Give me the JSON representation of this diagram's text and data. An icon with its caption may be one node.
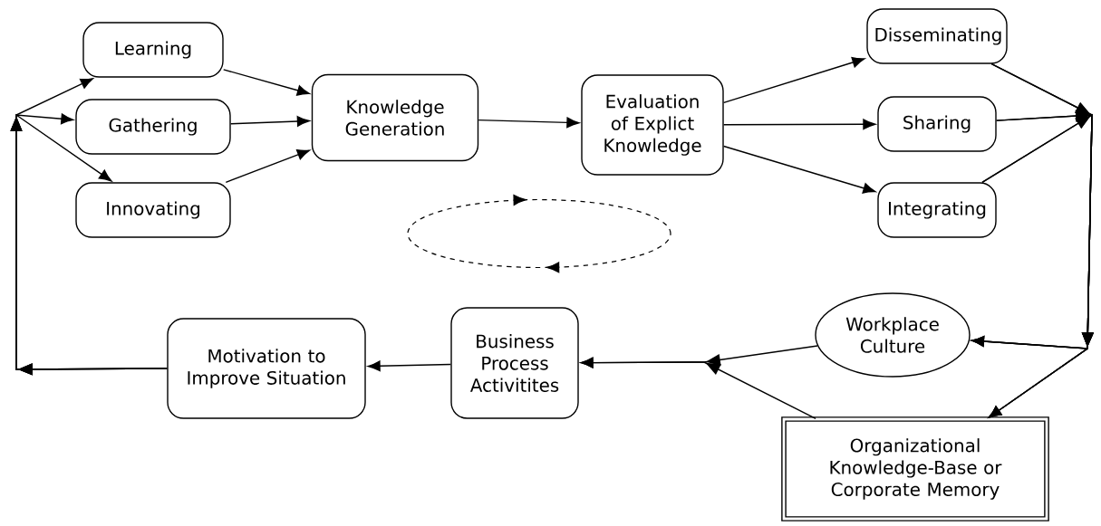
{
  "diagram": {
    "nodes": [
      {
        "text": [
          "Learning"
        ]
      },
      {
        "text": [
          "Gathering"
        ]
      },
      {
        "text": [
          "Innovating"
        ]
      },
      {
        "text": [
          "Knowledge Generation"
        ]
      },
      {
        "text": [
          "Evaluation of Explict Knowledge"
        ]
      },
      {
        "text": [
          "Disseminating"
        ]
      },
      {
        "text": [
          "Sharing"
        ]
      },
      {
        "text": [
          "Integrating"
        ]
      },
      {
        "text": [
          "Workplace Culture"
        ]
      },
      {
        "text": [
          "Organizational Knowledge-Base or Corporate Memory"
        ]
      },
      {
        "text": [
          "Motivation to Improve Situation"
        ]
      },
      {
        "text": [
          "Business Process Activitites"
        ]
      }
    ],
    "edges": [
      {
        "from": 0,
        "to": 3,
        "arrow": "to"
      },
      {
        "from": 1,
        "to": 3,
        "arrow": "to"
      },
      {
        "from": 2,
        "to": 3,
        "arrow": "to"
      },
      {
        "from": 3,
        "to": 4,
        "arrow": "to"
      },
      {
        "from": 4,
        "to": 5,
        "arrow": "to"
      },
      {
        "from": 4,
        "to": 6,
        "arrow": "to"
      },
      {
        "from": 4,
        "to": 7,
        "arrow": "to"
      },
      {
        "from": 5,
        "to": 8,
        "arrow": "to"
      },
      {
        "from": 5,
        "to": 9,
        "arrow": "to"
      },
      {
        "from": 6,
        "to": 8,
        "arrow": "to"
      },
      {
        "from": 6,
        "to": 9,
        "arrow": "to"
      },
      {
        "from": 7,
        "to": 8,
        "arrow": "to"
      },
      {
        "from": 7,
        "to": 9,
        "arrow": "to"
      },
      {
        "from": 8,
        "to": 11,
        "arrow": "to"
      },
      {
        "from": 9,
        "to": 11,
        "arrow": "to"
      },
      {
        "from": 11,
        "to": 10,
        "arrow": "to"
      },
      {
        "from": 10,
        "to": 0,
        "arrow": "to"
      },
      {
        "from": 10,
        "to": 1,
        "arrow": "to"
      },
      {
        "from": 10,
        "to": 2,
        "arrow": "to"
      }
    ]
  }
}
